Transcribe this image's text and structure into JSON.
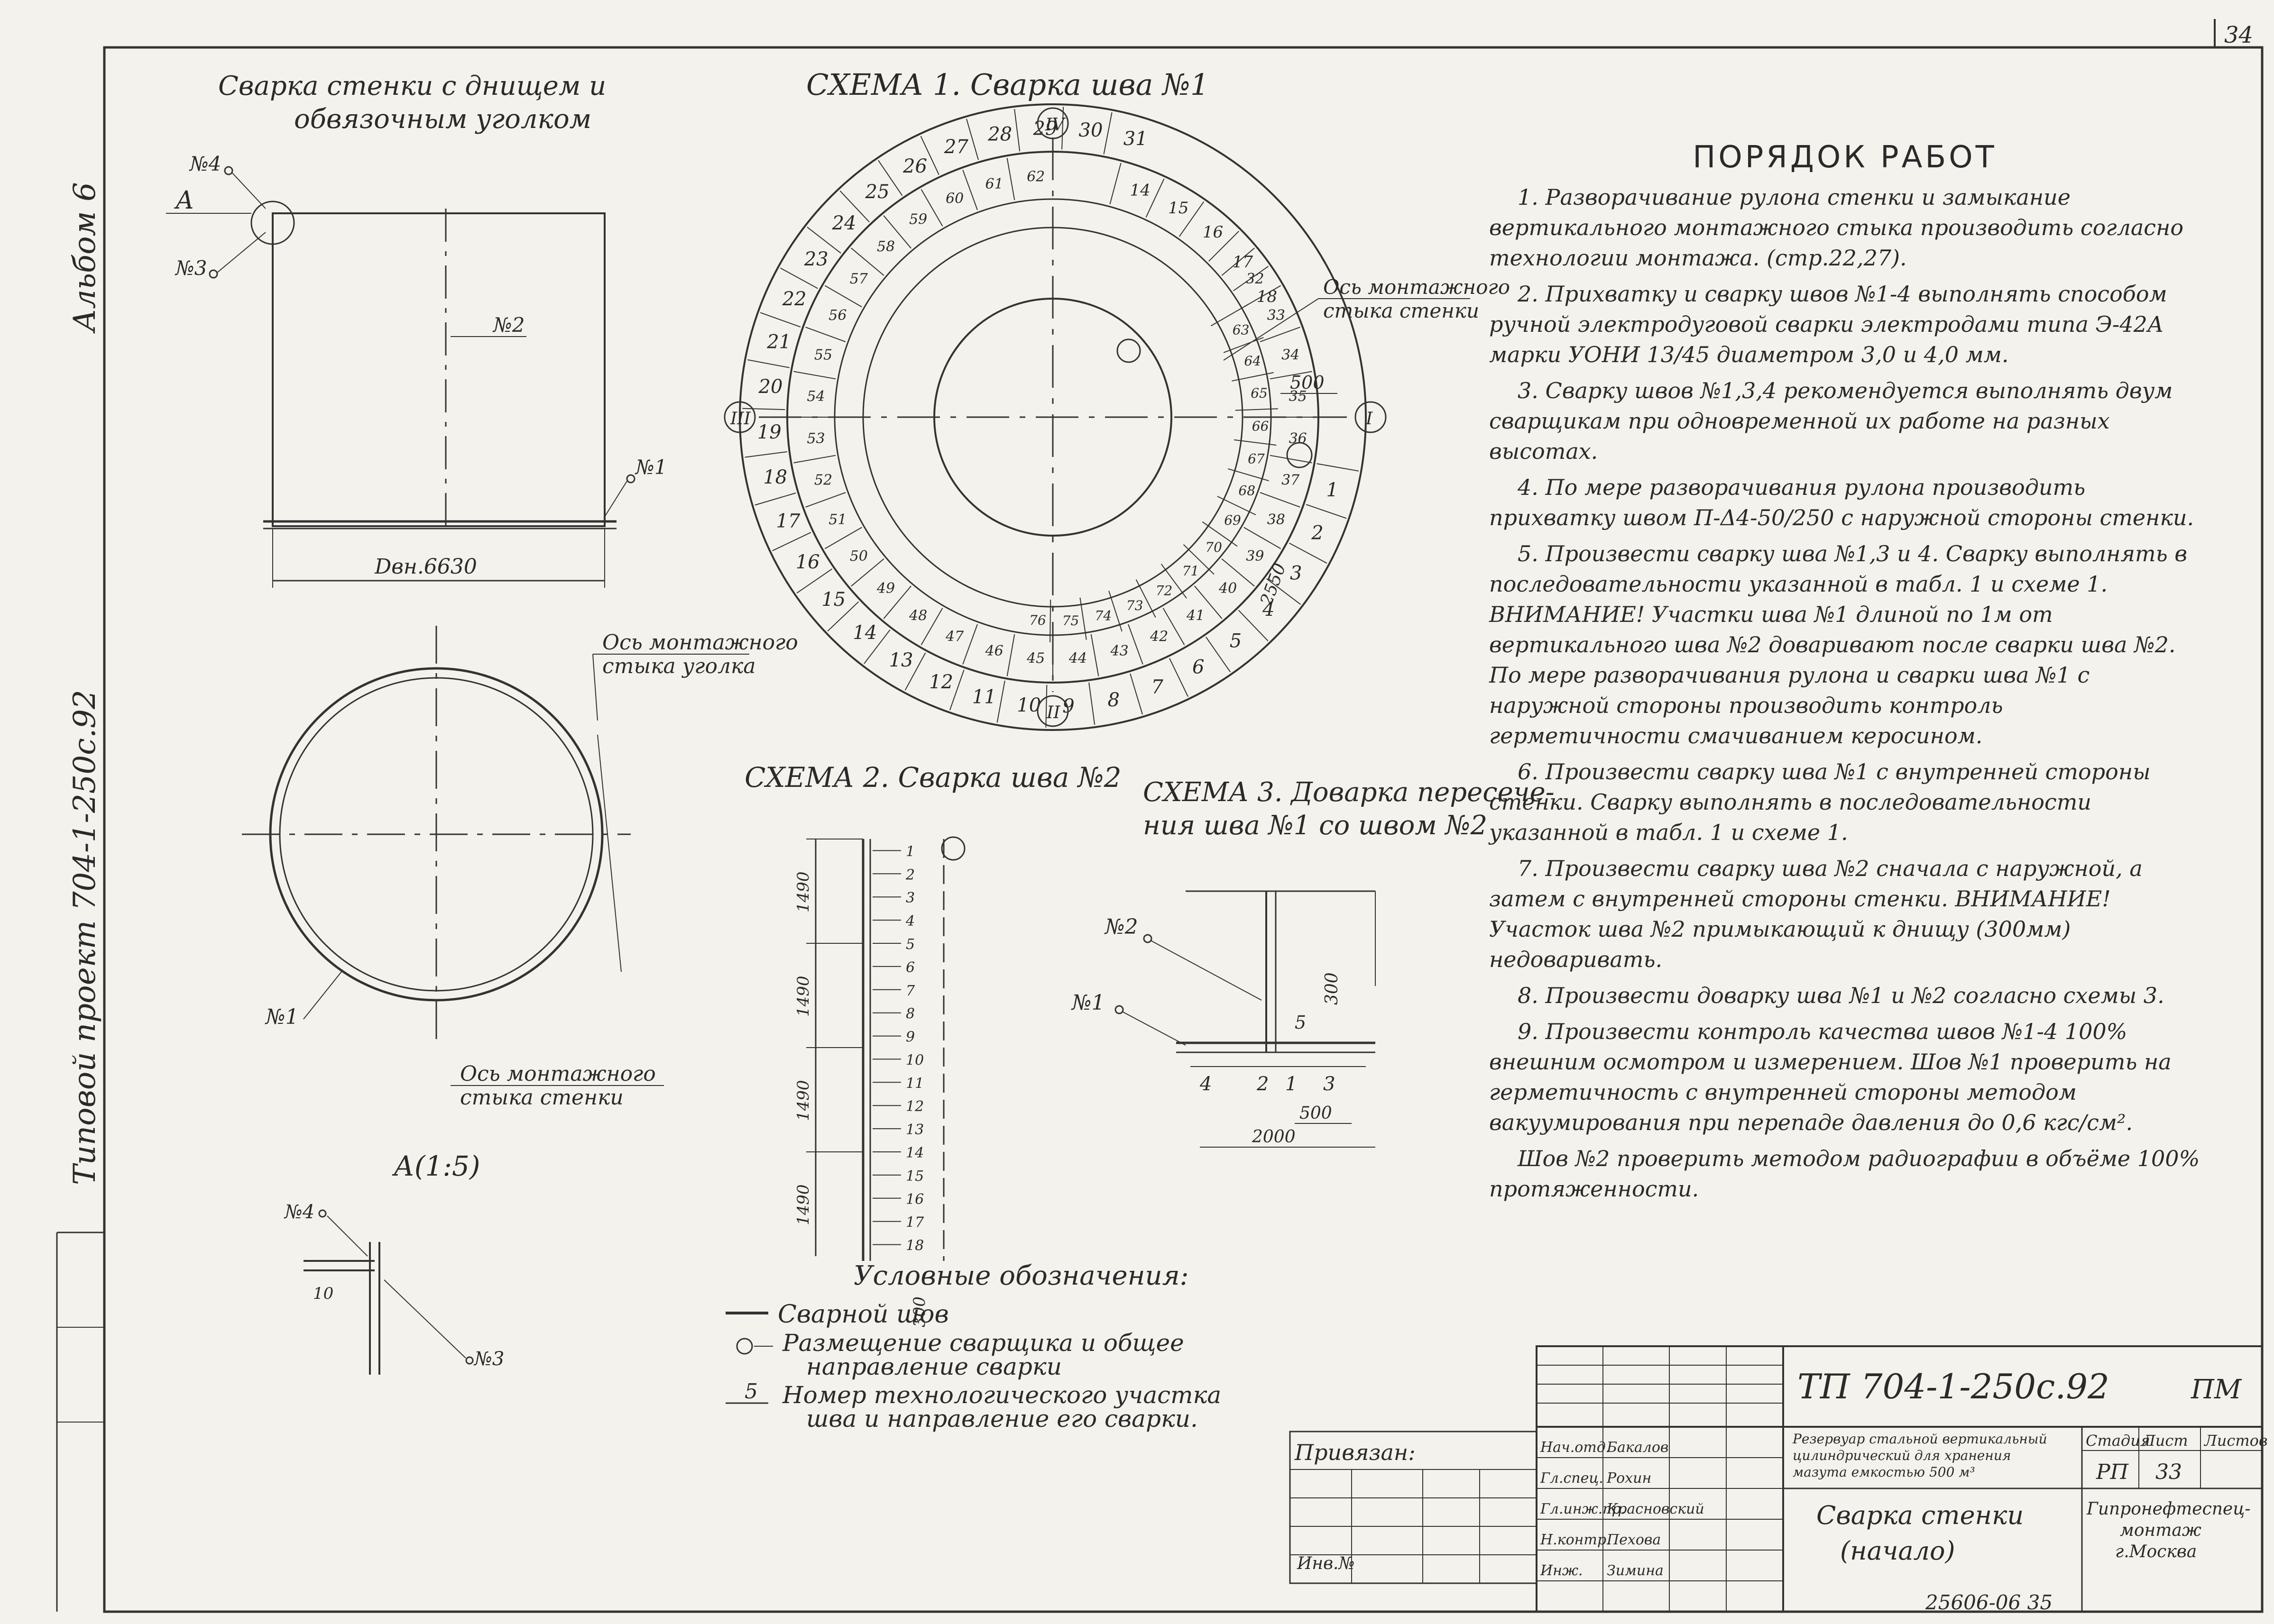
{
  "sheet": {
    "page_number": "34",
    "side_album": "Альбом 6",
    "side_project": "Типовой проект   704-1-250с.92"
  },
  "top_left": {
    "title_line1": "Сварка стенки с днищем и",
    "title_line2": "обвязочным уголком",
    "label_n4": "№4",
    "label_a": "А",
    "label_n3": "№3",
    "label_n2": "№2",
    "label_n1": "№1",
    "dimension": "Dвн.6630"
  },
  "ring": {
    "axis_label_top1": "Ось монтажного",
    "axis_label_top2": "стыка уголка",
    "axis_label_bot1": "Ось монтажного",
    "axis_label_bot2": "стыка стенки",
    "label_n1": "№1"
  },
  "detail_a": {
    "title": "А(1:5)",
    "label_n4": "№4",
    "label_n3": "№3",
    "dim": "10"
  },
  "scheme1": {
    "title": "СХЕМА 1. Сварка шва №1",
    "axis_top": "IV",
    "axis_right": "I",
    "axis_bottom": "II",
    "axis_left": "III",
    "axis_note1": "Ось монтажного",
    "axis_note2": "стыка стенки",
    "dim_500": "500",
    "dim_2550": "2550",
    "outer_numbers": [
      "1",
      "2",
      "3",
      "4",
      "5",
      "6",
      "7",
      "8",
      "9",
      "10",
      "11",
      "12",
      "13",
      "14",
      "15",
      "16",
      "17",
      "18",
      "19",
      "20",
      "21",
      "22",
      "23",
      "24",
      "25",
      "26",
      "27",
      "28",
      "29",
      "30",
      "31"
    ],
    "top_right_numbers": [
      "14",
      "15",
      "16",
      "17",
      "18"
    ],
    "middle_numbers": [
      "32",
      "33",
      "34",
      "35",
      "36",
      "37",
      "38",
      "39",
      "40",
      "41",
      "42",
      "43",
      "44",
      "45",
      "46",
      "47",
      "48",
      "49",
      "50",
      "51",
      "52",
      "53",
      "54",
      "55",
      "56",
      "57",
      "58",
      "59",
      "60",
      "61",
      "62"
    ],
    "inner_numbers": [
      "63",
      "64",
      "65",
      "66",
      "67",
      "68",
      "69",
      "70",
      "71",
      "72",
      "73",
      "74",
      "75",
      "76"
    ]
  },
  "scheme2": {
    "title": "СХЕМА 2. Сварка шва №2",
    "dims": [
      "1490",
      "1490",
      "1490",
      "1490"
    ],
    "numbers": [
      "1",
      "2",
      "3",
      "4",
      "5",
      "6",
      "7",
      "8",
      "9",
      "10",
      "11",
      "12",
      "13",
      "14",
      "15",
      "16",
      "17",
      "18"
    ],
    "bottom_dim": "300"
  },
  "scheme3": {
    "title_line1": "СХЕМА 3. Доварка пересече-",
    "title_line2": "ния шва №1 со швом №2",
    "label_n2": "№2",
    "label_n1": "№1",
    "dim_300": "300",
    "seg_4": "4",
    "seg_2": "2",
    "seg_1": "1",
    "seg_3": "3",
    "seg_5": "5",
    "dim_500": "500",
    "dim_2000": "2000"
  },
  "legend": {
    "title": "Условные обозначения:",
    "item1": "Сварной шов",
    "item2_line1": "Размещение сварщика и общее",
    "item2_line2": "направление сварки",
    "item3_num": "5",
    "item3_line1": "Номер технологического участка",
    "item3_line2": "шва и направление его сварки."
  },
  "notes": {
    "title": "ПОРЯДОК РАБОТ",
    "items": [
      "1. Разворачивание рулона стенки и замыкание вертикального монтажного стыка производить согласно технологии монтажа. (стр.22,27).",
      "2. Прихватку и сварку швов №1-4 выполнять способом ручной электродуговой сварки электродами типа Э-42А марки УОНИ 13/45 диаметром 3,0 и 4,0 мм.",
      "3. Сварку швов №1,3,4 рекомендуется выполнять двум сварщикам при одновременной их работе на разных высотах.",
      "4. По мере разворачивания рулона производить прихватку швом П-Δ4-50/250 с наружной стороны стенки.",
      "5. Произвести сварку шва №1,3 и 4. Сварку выполнять в последовательности указанной в табл. 1 и схеме 1. ВНИМАНИЕ! Участки шва №1 длиной по 1м от вертикального шва №2 доваривают после сварки шва №2. По мере разворачивания рулона и сварки шва №1 с наружной стороны производить контроль герметичности смачиванием керосином.",
      "6. Произвести сварку шва №1 с внутренней стороны стенки. Сварку выполнять в последовательности указанной в табл. 1 и схеме 1.",
      "7. Произвести сварку шва №2 сначала с наружной, а затем с внутренней стороны стенки. ВНИМАНИЕ! Участок шва №2 примыкающий к днищу (300мм) недоваривать.",
      "8. Произвести доварку шва №1 и №2 согласно схемы 3.",
      "9. Произвести контроль качества швов №1-4 100% внешним осмотром и измерением. Шов №1 проверить на герметичность с внутренней стороны методом вакуумирования при перепаде давления до 0,6 кгс/см².",
      "Шов №2 проверить методом радиографии в объёме 100% протяженности."
    ]
  },
  "stamp": {
    "code": "ТП  704-1-250с.92",
    "stage_code": "ПМ",
    "privyazan": "Привязан:",
    "inv": "Инв.№",
    "desc1": "Резервуар стальной вертикальный",
    "desc2": "цилиндрический для хранения",
    "desc3": "мазута емкостью 500 м³",
    "sheet_title1": "Сварка стенки",
    "sheet_title2": "(начало)",
    "h_stadiya": "Стадия",
    "h_list": "Лист",
    "h_listov": "Листов",
    "stadiya": "РП",
    "list": "33",
    "org1": "Гипронефтеспец-",
    "org2": "монтаж",
    "org3": "г.Москва",
    "roles": [
      "Нач.отд.",
      "Гл.спец.",
      "Гл.инж.пр.",
      "Н.контр.",
      "Инж."
    ],
    "names": [
      "Бакалов",
      "Рохин",
      "Красновский",
      "Пехова",
      "Зимина"
    ],
    "archive": "25606-06   35"
  }
}
